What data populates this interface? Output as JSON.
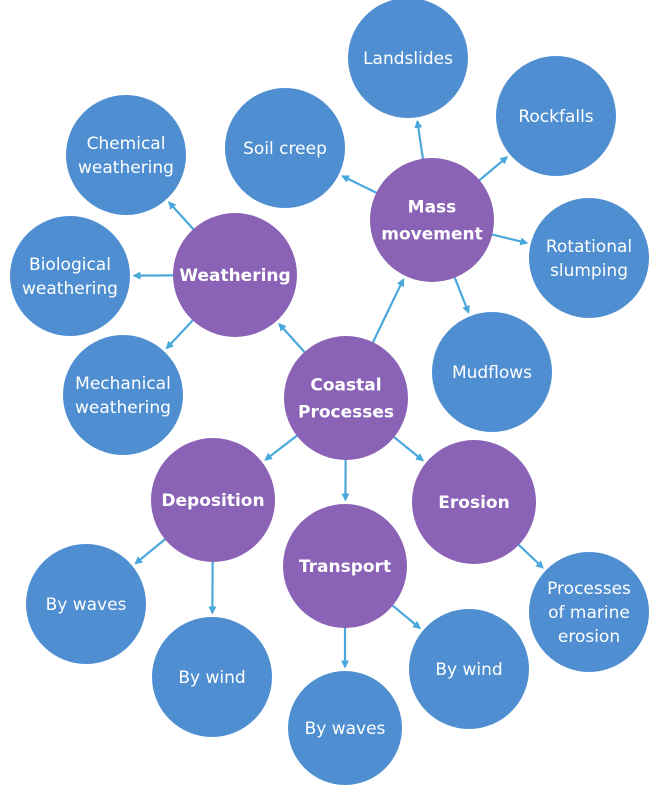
{
  "colors": {
    "main_node": "#8a62b6",
    "leaf_node": "#4f8fd1",
    "connector": "#4aa8dc",
    "label": "#ffffff"
  },
  "nodes": [
    {
      "id": "coastal-processes",
      "kind": "main",
      "lines": [
        "Coastal",
        "Processes"
      ]
    },
    {
      "id": "weathering",
      "kind": "main",
      "lines": [
        "Weathering"
      ]
    },
    {
      "id": "mass-movement",
      "kind": "main",
      "lines": [
        "Mass",
        "movement"
      ]
    },
    {
      "id": "deposition",
      "kind": "main",
      "lines": [
        "Deposition"
      ]
    },
    {
      "id": "transport",
      "kind": "main",
      "lines": [
        "Transport"
      ]
    },
    {
      "id": "erosion",
      "kind": "main",
      "lines": [
        "Erosion"
      ]
    },
    {
      "id": "chemical-weathering",
      "kind": "leaf",
      "lines": [
        "Chemical",
        "weathering"
      ]
    },
    {
      "id": "biological-weathering",
      "kind": "leaf",
      "lines": [
        "Biological",
        "weathering"
      ]
    },
    {
      "id": "mechanical-weathering",
      "kind": "leaf",
      "lines": [
        "Mechanical",
        "weathering"
      ]
    },
    {
      "id": "soil-creep",
      "kind": "leaf",
      "lines": [
        "Soil creep"
      ]
    },
    {
      "id": "landslides",
      "kind": "leaf",
      "lines": [
        "Landslides"
      ]
    },
    {
      "id": "rockfalls",
      "kind": "leaf",
      "lines": [
        "Rockfalls"
      ]
    },
    {
      "id": "rotational-slumping",
      "kind": "leaf",
      "lines": [
        "Rotational",
        "slumping"
      ]
    },
    {
      "id": "mudflows",
      "kind": "leaf",
      "lines": [
        "Mudflows"
      ]
    },
    {
      "id": "deposition-by-waves",
      "kind": "leaf",
      "lines": [
        "By waves"
      ]
    },
    {
      "id": "deposition-by-wind",
      "kind": "leaf",
      "lines": [
        "By wind"
      ]
    },
    {
      "id": "transport-by-waves",
      "kind": "leaf",
      "lines": [
        "By waves"
      ]
    },
    {
      "id": "transport-by-wind",
      "kind": "leaf",
      "lines": [
        "By wind"
      ]
    },
    {
      "id": "processes-of-marine-erosion",
      "kind": "leaf",
      "lines": [
        "Processes",
        "of marine",
        "erosion"
      ]
    }
  ],
  "edges": [
    {
      "from": "coastal-processes",
      "to": "weathering"
    },
    {
      "from": "coastal-processes",
      "to": "mass-movement"
    },
    {
      "from": "coastal-processes",
      "to": "deposition"
    },
    {
      "from": "coastal-processes",
      "to": "transport"
    },
    {
      "from": "coastal-processes",
      "to": "erosion"
    },
    {
      "from": "weathering",
      "to": "chemical-weathering"
    },
    {
      "from": "weathering",
      "to": "biological-weathering"
    },
    {
      "from": "weathering",
      "to": "mechanical-weathering"
    },
    {
      "from": "mass-movement",
      "to": "soil-creep"
    },
    {
      "from": "mass-movement",
      "to": "landslides"
    },
    {
      "from": "mass-movement",
      "to": "rockfalls"
    },
    {
      "from": "mass-movement",
      "to": "rotational-slumping"
    },
    {
      "from": "mass-movement",
      "to": "mudflows"
    },
    {
      "from": "deposition",
      "to": "deposition-by-waves"
    },
    {
      "from": "deposition",
      "to": "deposition-by-wind"
    },
    {
      "from": "transport",
      "to": "transport-by-waves"
    },
    {
      "from": "transport",
      "to": "transport-by-wind"
    },
    {
      "from": "erosion",
      "to": "processes-of-marine-erosion"
    }
  ]
}
